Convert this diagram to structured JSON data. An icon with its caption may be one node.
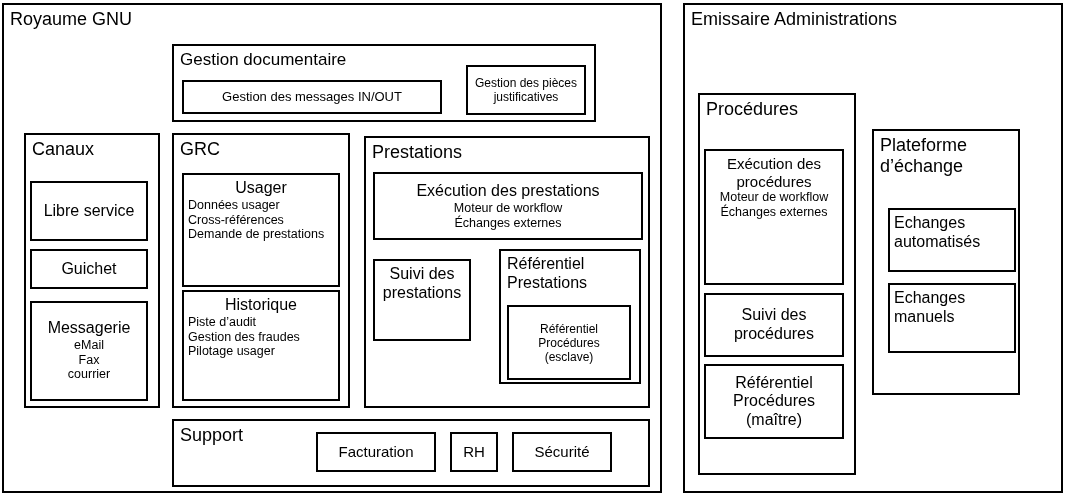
{
  "diagram": {
    "nodes": [
      {
        "text": [
          "Royaume GNU"
        ]
      },
      {
        "text": [
          "Gestion documentaire"
        ],
        "in": 0
      },
      {
        "text": [
          "Gestion des messages IN/OUT"
        ],
        "in": 1
      },
      {
        "text": [
          "Gestion des pièces justificatives"
        ],
        "in": 1
      },
      {
        "text": [
          "Canaux"
        ],
        "in": 0
      },
      {
        "text": [
          "Libre service"
        ],
        "in": 4
      },
      {
        "text": [
          "Guichet"
        ],
        "in": 4
      },
      {
        "text": [
          "Messagerie",
          "eMail",
          "Fax",
          "courrier"
        ],
        "in": 4
      },
      {
        "text": [
          "GRC"
        ],
        "in": 0
      },
      {
        "text": [
          "Usager",
          "Données usager",
          "Cross-références",
          "Demande de prestations"
        ],
        "in": 8
      },
      {
        "text": [
          "Historique",
          "Piste d’audit",
          "Gestion des fraudes",
          "Pilotage usager"
        ],
        "in": 8
      },
      {
        "text": [
          "Prestations"
        ],
        "in": 0
      },
      {
        "text": [
          "Exécution des prestations",
          "Moteur de workflow",
          "Échanges externes"
        ],
        "in": 11
      },
      {
        "text": [
          "Suivi des prestations"
        ],
        "in": 11
      },
      {
        "text": [
          "Référentiel Prestations"
        ],
        "in": 11
      },
      {
        "text": [
          "Référentiel Procédures (esclave)"
        ],
        "in": 14
      },
      {
        "text": [
          "Support"
        ],
        "in": 0
      },
      {
        "text": [
          "Facturation"
        ],
        "in": 16
      },
      {
        "text": [
          "RH"
        ],
        "in": 16
      },
      {
        "text": [
          "Sécurité"
        ],
        "in": 16
      },
      {
        "text": [
          "Emissaire Administrations"
        ]
      },
      {
        "text": [
          "Procédures"
        ],
        "in": 20
      },
      {
        "text": [
          "Exécution des procédures",
          "Moteur de workflow",
          "Échanges externes"
        ],
        "in": 21
      },
      {
        "text": [
          "Suivi des procédures"
        ],
        "in": 21
      },
      {
        "text": [
          "Référentiel Procédures (maître)"
        ],
        "in": 21
      },
      {
        "text": [
          "Plateforme d’échange"
        ],
        "in": 20
      },
      {
        "text": [
          "Echanges automatisés"
        ],
        "in": 25
      },
      {
        "text": [
          "Echanges manuels"
        ],
        "in": 25
      }
    ]
  }
}
